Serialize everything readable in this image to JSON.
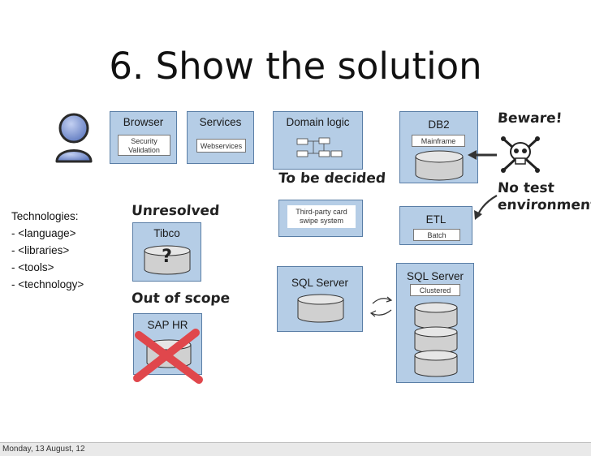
{
  "slide": {
    "title": "6. Show the solution",
    "footer_date": "Monday, 13 August, 12"
  },
  "technologies": {
    "heading": "Technologies:",
    "items": [
      "- <language>",
      "- <libraries>",
      "- <tools>",
      "- <technology>"
    ]
  },
  "boxes": {
    "browser": {
      "title": "Browser",
      "inner": [
        "Security",
        "Validation"
      ]
    },
    "services": {
      "title": "Services",
      "inner": "Webservices"
    },
    "domain_logic": {
      "title": "Domain logic"
    },
    "db2": {
      "title": "DB2",
      "inner": "Mainframe"
    },
    "third_party": {
      "inner": [
        "Third-party card",
        "swipe system"
      ]
    },
    "etl": {
      "title": "ETL",
      "inner": "Batch"
    },
    "tibco": {
      "title": "Tibco",
      "mark": "?"
    },
    "sql_server_1": {
      "title": "SQL Server"
    },
    "sql_server_2": {
      "title": "SQL Server",
      "inner": "Clustered"
    },
    "sap_hr": {
      "title": "SAP HR"
    }
  },
  "annotations": {
    "to_be_decided": "To be decided",
    "unresolved": "Unresolved",
    "out_of_scope": "Out of scope",
    "beware": "Beware!",
    "no_test": "No test",
    "environment": "environment"
  },
  "colors": {
    "box_fill": "#b5cde6",
    "box_border": "#5a7ea6",
    "cross": "#e0474c",
    "user_icon": "#6d86c8"
  },
  "icons": [
    "user-icon",
    "skull-crossbones-icon",
    "database-icon",
    "sync-arrows-icon",
    "cross-icon",
    "arrow-left-icon"
  ]
}
